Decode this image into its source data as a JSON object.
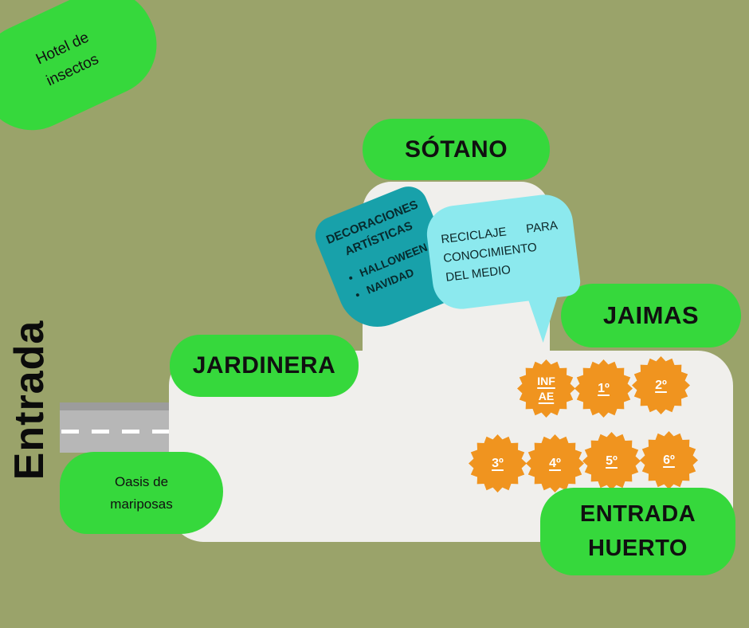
{
  "colors": {
    "background": "#9aa36a",
    "green": "#36d83c",
    "white_building": "#f0efec",
    "teal": "#18a1aa",
    "cyan": "#8ce9ee",
    "orange": "#f0941f",
    "road_gray": "#b7b7b7",
    "text": "#101010"
  },
  "labels": {
    "entrada": "Entrada",
    "hotel": "Hotel de\ninsectos",
    "sotano": "SÓTANO",
    "jaimas": "JAIMAS",
    "jardinera": "JARDINERA",
    "entrada_huerto": "ENTRADA\nHUERTO",
    "oasis": "Oasis de\nmariposas"
  },
  "decoraciones": {
    "title": "DECORACIONES ARTÍSTICAS",
    "items": [
      "HALLOWEEN",
      "NAVIDAD"
    ]
  },
  "reciclaje": {
    "text": "RECICLAJE      PARA\nCONOCIMIENTO\nDEL MEDIO"
  },
  "badges": [
    "INF\nAE",
    "1º",
    "2º",
    "3º",
    "4º",
    "5º",
    "6º"
  ]
}
